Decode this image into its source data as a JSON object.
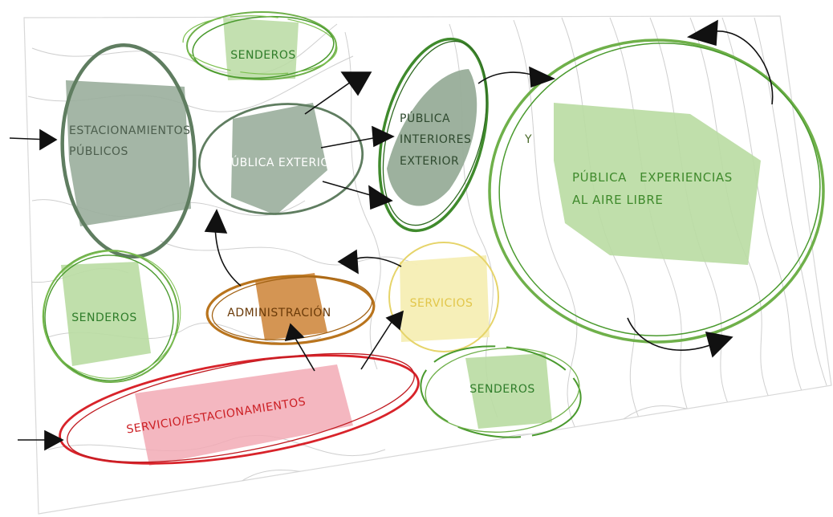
{
  "zones": {
    "senderos_top": "SENDEROS",
    "estacionamientos": [
      "ESTACIONAMIENTOS",
      "PÚBLICOS"
    ],
    "publica_exterior": "PÚBLICA EXTERIOR",
    "publica_interiores": [
      "PÚBLICA",
      "INTERIORES",
      "EXTERIOR"
    ],
    "y_label": "Y",
    "experiencias": [
      "PÚBLICA   EXPERIENCIAS",
      "AL AIRE LIBRE"
    ],
    "senderos_left": "SENDEROS",
    "administracion": "ADMINISTRACIÓN",
    "servicios": "SERVICIOS",
    "servicio_estacionamientos": "SERVICIO/ESTACIONAMIENTOS",
    "senderos_bottom": "SENDEROS"
  },
  "colors": {
    "dark_green": "#5f7d60",
    "dark_green_fill": "#9aae9c",
    "mid_green": "#3f8a2c",
    "light_green": "#6fb04a",
    "light_green_fill": "#b9dba2",
    "orange": "#b9741d",
    "orange_fill": "#cf8a40",
    "yellow": "#e6d46a",
    "yellow_fill": "#f6eeb4",
    "red": "#d8232a",
    "red_fill": "#f2aab5",
    "contour": "#cfcfcf",
    "arrow": "#111111"
  }
}
